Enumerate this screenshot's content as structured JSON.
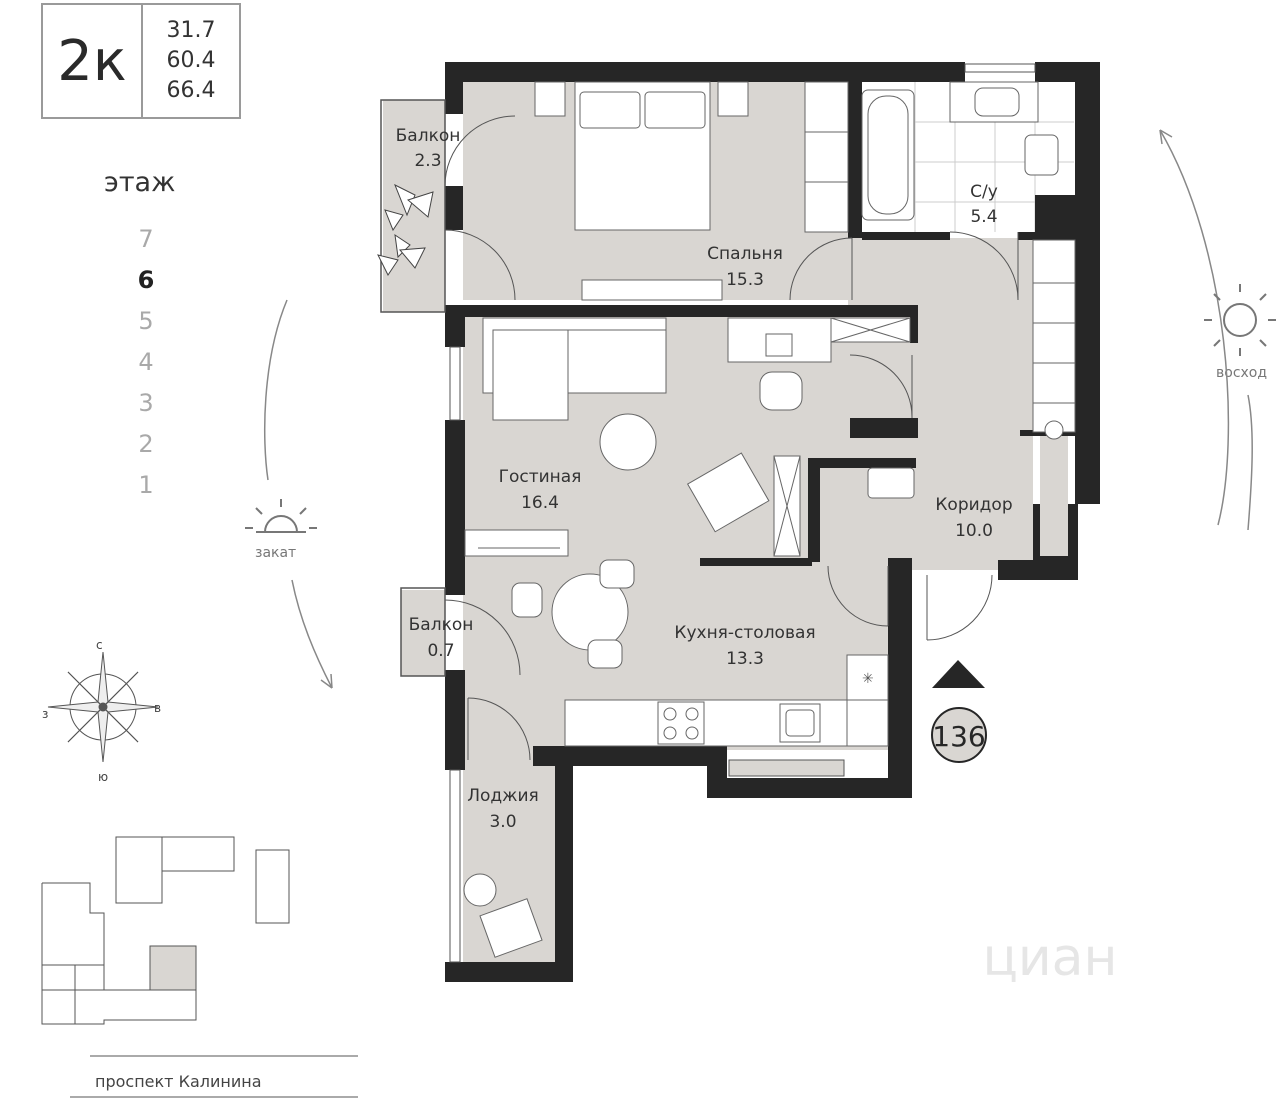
{
  "apartment": {
    "type_label": "2к",
    "areas": [
      "31.7",
      "60.4",
      "66.4"
    ],
    "number": "136"
  },
  "floors": {
    "title": "этаж",
    "items": [
      "7",
      "6",
      "5",
      "4",
      "3",
      "2",
      "1"
    ],
    "active": "6"
  },
  "rooms": [
    {
      "name": "Балкон",
      "area": "2.3"
    },
    {
      "name": "Спальня",
      "area": "15.3"
    },
    {
      "name": "С/у",
      "area": "5.4"
    },
    {
      "name": "Гостиная",
      "area": "16.4"
    },
    {
      "name": "Коридор",
      "area": "10.0"
    },
    {
      "name": "Балкон",
      "area": "0.7"
    },
    {
      "name": "Кухня-столовая",
      "area": "13.3"
    },
    {
      "name": "Лоджия",
      "area": "3.0"
    }
  ],
  "orientation": {
    "sunrise": "восход",
    "sunset": "закат",
    "compass": {
      "n": "с",
      "s": "ю",
      "e": "в",
      "w": "з"
    }
  },
  "street": "проспект Калинина",
  "watermark": "циан",
  "colors": {
    "floor_fill": "#d9d6d2",
    "wall": "#262626",
    "text": "#333333",
    "muted": "#a9a9a9"
  }
}
